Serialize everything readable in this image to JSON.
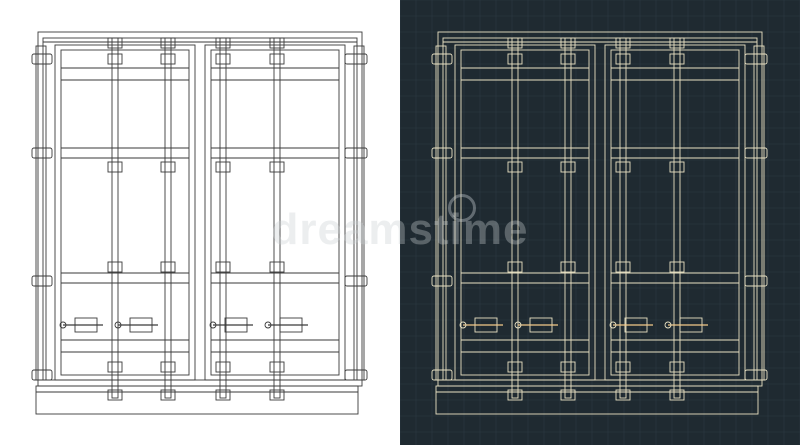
{
  "watermark": {
    "text": "dreamstime"
  },
  "icons": {
    "watermark_logo": "dreamstime-logo-icon"
  },
  "colors": {
    "light_background": "#ffffff",
    "light_stroke": "#3a3a3a",
    "dark_background": "#1f2a31",
    "dark_grid": "#2d3a43",
    "dark_stroke": "#e9e2c4",
    "dark_accent": "#f3c98a"
  },
  "drawings": [
    {
      "name": "container-doors-white",
      "theme": "light"
    },
    {
      "name": "container-doors-blueprint",
      "theme": "dark"
    }
  ]
}
